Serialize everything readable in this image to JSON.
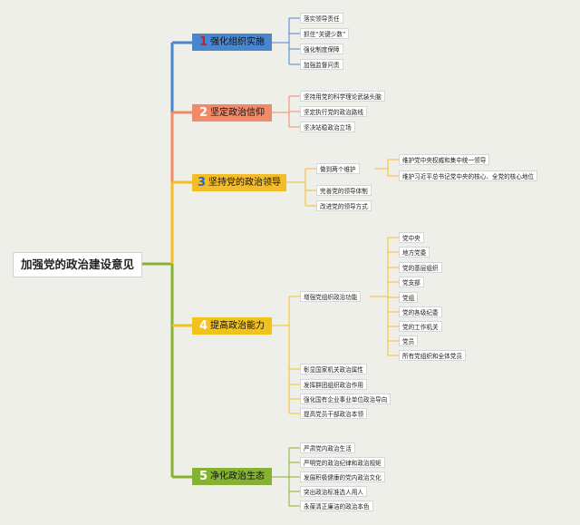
{
  "root": {
    "label": "加强党的政治建设意见"
  },
  "branches": [
    {
      "num": "1",
      "label": "强化组织实施",
      "color": "#4a86d0",
      "num_color": "#c8202a",
      "items": [
        "落实领导责任",
        "抓住“关键少数”",
        "强化制度保障",
        "加强监督问责"
      ]
    },
    {
      "num": "2",
      "label": "坚定政治信仰",
      "color": "#f08a6b",
      "num_color": "#ffffff",
      "items": [
        "坚持用党的科学理论武装头脑",
        "坚定执行党的政治路线",
        "坚决站稳政治立场"
      ]
    },
    {
      "num": "3",
      "label": "坚持党的政治领导",
      "color": "#f3bd2a",
      "num_color": "#1e6bc8",
      "items": [
        "做到两个维护",
        "完善党的领导体制",
        "改进党的领导方式"
      ],
      "sub": {
        "parent": "做到两个维护",
        "items": [
          "维护党中央权威和集中统一领导",
          "维护习近平总书记党中央的核心、全党的核心地位"
        ]
      }
    },
    {
      "num": "4",
      "label": "提高政治能力",
      "color": "#f1c21e",
      "num_color": "#ffffff",
      "items": [
        "增强党组织政治功能",
        "彰显国家机关政治属性",
        "发挥群团组织政治作用",
        "强化国有企业事业单位政治导向",
        "提高党员干部政治本领"
      ],
      "sub": {
        "parent": "增强党组织政治功能",
        "items": [
          "党中央",
          "地方党委",
          "党的基层组织",
          "党支部",
          "党组",
          "党的各级纪委",
          "党的工作机关",
          "党员",
          "所有党组织和全体党员"
        ]
      }
    },
    {
      "num": "5",
      "label": "净化政治生态",
      "color": "#86b233",
      "num_color": "#ffffff",
      "items": [
        "严肃党内政治生活",
        "严明党的政治纪律和政治规矩",
        "发展积极健康的党内政治文化",
        "突出政治标准选人用人",
        "永葆清正廉洁的政治本色"
      ]
    }
  ]
}
